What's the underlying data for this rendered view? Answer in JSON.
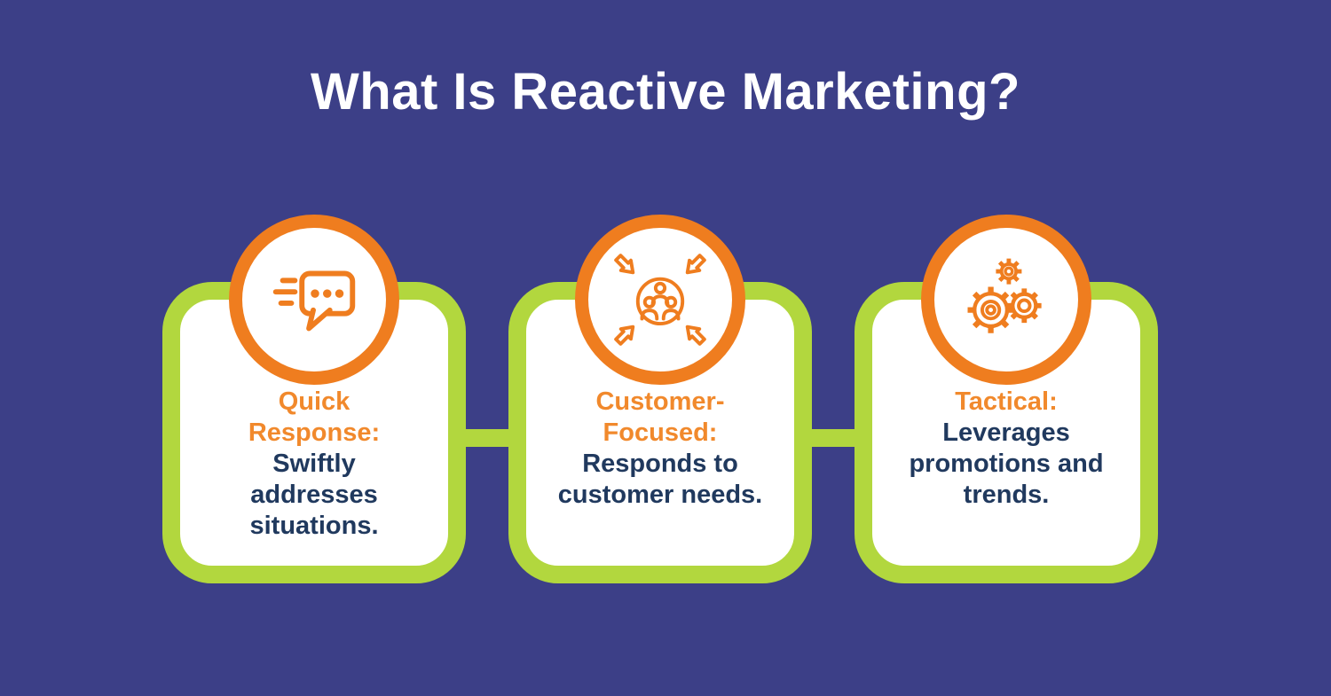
{
  "title": "What Is Reactive Marketing?",
  "colors": {
    "background": "#3C3F87",
    "card_border_green": "#B2D73E",
    "card_background": "#FFFFFF",
    "icon_orange": "#EF7D1F",
    "heading_orange": "#F1892C",
    "body_navy": "#20395E",
    "title_white": "#FFFFFF"
  },
  "cards": [
    {
      "icon": "speech-bubble-icon",
      "heading": "Quick\nResponse:",
      "body": "Swiftly\naddresses\nsituations."
    },
    {
      "icon": "customer-focus-icon",
      "heading": "Customer-\nFocused:",
      "body": "Responds to\ncustomer needs."
    },
    {
      "icon": "gears-icon",
      "heading": "Tactical:",
      "body": "Leverages\npromotions and\ntrends."
    }
  ]
}
